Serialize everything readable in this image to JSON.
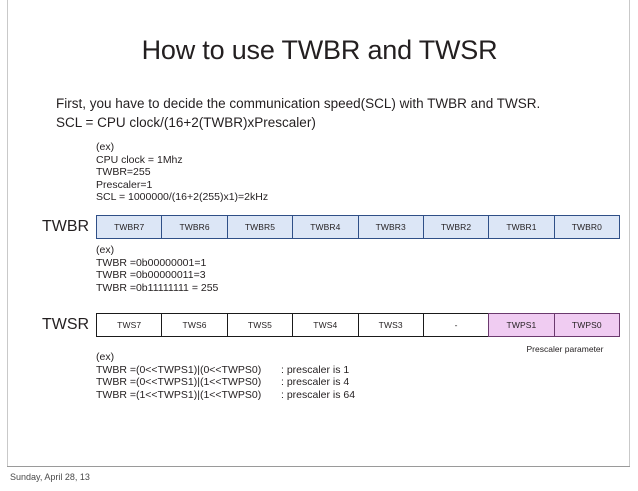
{
  "slide": {
    "title": "How to use TWBR and TWSR",
    "lead": [
      "First, you have to decide the communication speed(SCL) with TWBR and TWSR.",
      "SCL = CPU clock/(16+2(TWBR)xPrescaler)"
    ],
    "example_formula": [
      "(ex)",
      "CPU clock = 1Mhz",
      "TWBR=255",
      "Prescaler=1",
      "SCL = 1000000/(16+2(255)x1)=2kHz"
    ],
    "twbr": {
      "label": "TWBR",
      "cells": [
        "TWBR7",
        "TWBR6",
        "TWBR5",
        "TWBR4",
        "TWBR3",
        "TWBR2",
        "TWBR1",
        "TWBR0"
      ],
      "fill_color": "#dce6f6",
      "border_color": "#2f4f87",
      "example": [
        "(ex)",
        "TWBR =0b00000001=1",
        "TWBR =0b00000011=3",
        "TWBR =0b11111111 = 255"
      ]
    },
    "twsr": {
      "label": "TWSR",
      "cells": [
        {
          "text": "TWS7",
          "highlight": false
        },
        {
          "text": "TWS6",
          "highlight": false
        },
        {
          "text": "TWS5",
          "highlight": false
        },
        {
          "text": "TWS4",
          "highlight": false
        },
        {
          "text": "TWS3",
          "highlight": false
        },
        {
          "text": "-",
          "highlight": false
        },
        {
          "text": "TWPS1",
          "highlight": true
        },
        {
          "text": "TWPS0",
          "highlight": true
        }
      ],
      "fill_color": "#ffffff",
      "highlight_color": "#f0ccf2",
      "caption": "Prescaler parameter",
      "example_header": "(ex)",
      "example_rows": [
        {
          "expr": "TWBR =(0<<TWPS1)|(0<<TWPS0)",
          "note": ": prescaler is 1"
        },
        {
          "expr": "TWBR =(0<<TWPS1)|(1<<TWPS0)",
          "note": ": prescaler is 4"
        },
        {
          "expr": "TWBR =(1<<TWPS1)|(1<<TWPS0)",
          "note": ": prescaler is 64"
        }
      ]
    }
  },
  "footer": {
    "date": "Sunday, April 28, 13"
  }
}
